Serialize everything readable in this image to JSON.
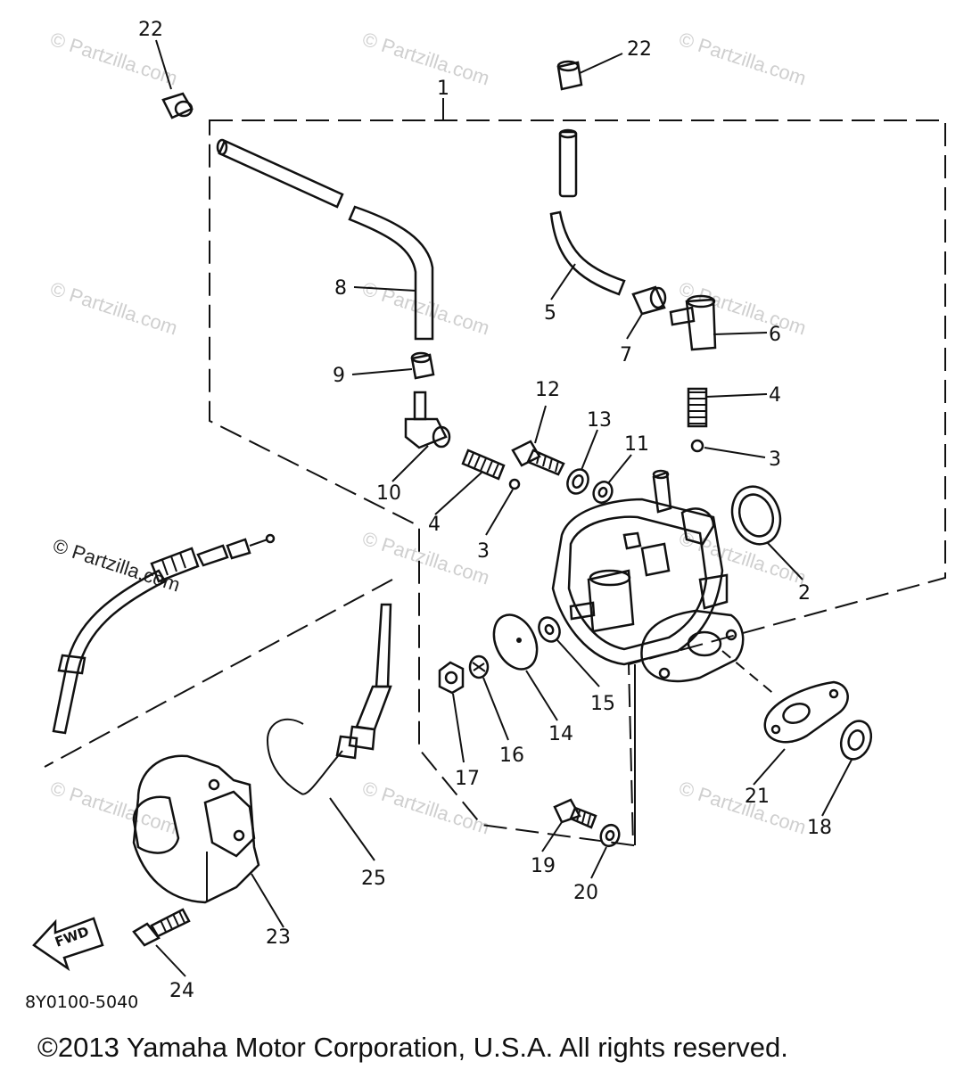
{
  "watermark": {
    "text": "© Partzilla.com",
    "prominent_text": "© Partzilla.com"
  },
  "part_labels": [
    "1",
    "2",
    "3",
    "3",
    "4",
    "4",
    "5",
    "6",
    "7",
    "8",
    "9",
    "10",
    "11",
    "12",
    "13",
    "14",
    "15",
    "16",
    "17",
    "18",
    "19",
    "20",
    "21",
    "22",
    "22",
    "23",
    "24",
    "25"
  ],
  "labels": {
    "p1": "1",
    "p2": "2",
    "p3a": "3",
    "p3b": "3",
    "p4a": "4",
    "p4b": "4",
    "p5": "5",
    "p6": "6",
    "p7": "7",
    "p8": "8",
    "p9": "9",
    "p10": "10",
    "p11": "11",
    "p12": "12",
    "p13": "13",
    "p14": "14",
    "p15": "15",
    "p16": "16",
    "p17": "17",
    "p18": "18",
    "p19": "19",
    "p20": "20",
    "p21": "21",
    "p22a": "22",
    "p22b": "22",
    "p23": "23",
    "p24": "24",
    "p25": "25"
  },
  "fwd_arrow": "FWD",
  "diagram_code": "8Y0100-5040",
  "copyright": "©2013 Yamaha Motor Corporation, U.S.A. All rights reserved."
}
